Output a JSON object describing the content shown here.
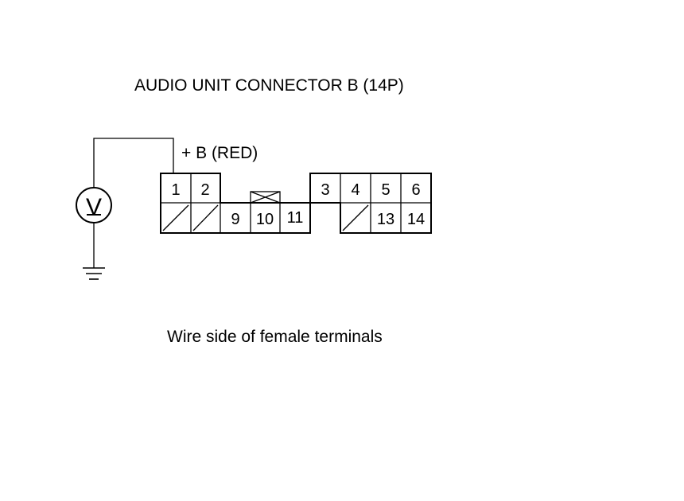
{
  "title": "AUDIO UNIT CONNECTOR B (14P)",
  "probe_label": "+ B (RED)",
  "caption": "Wire side of female terminals",
  "meter_symbol": "V",
  "icons": {
    "meter": "voltmeter-icon",
    "ground": "ground-icon"
  },
  "connector": {
    "pins": {
      "p1": "1",
      "p2": "2",
      "p3": "3",
      "p4": "4",
      "p5": "5",
      "p6": "6",
      "p9": "9",
      "p10": "10",
      "p11": "11",
      "p13": "13",
      "p14": "14"
    }
  }
}
